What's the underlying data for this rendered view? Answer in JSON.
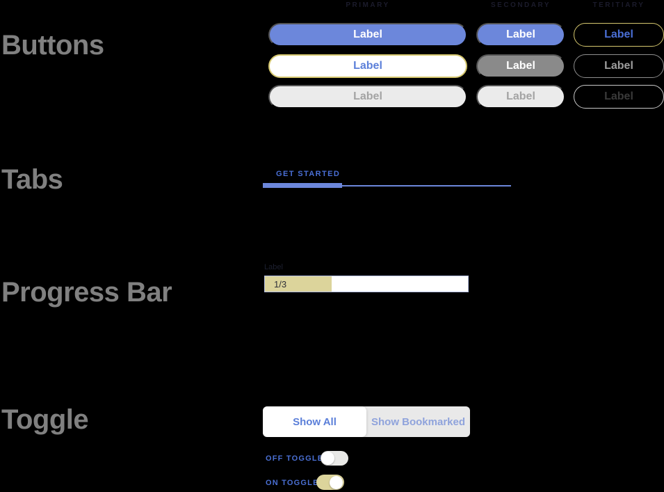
{
  "columns": {
    "primary": "PRIMARY",
    "secondary": "SECONDARY",
    "tertiary": "TERITIARY"
  },
  "buttons": {
    "title": "Buttons",
    "primary": [
      {
        "label": "Label",
        "variant": "filled-blue"
      },
      {
        "label": "Label",
        "variant": "white-with-gold-border"
      },
      {
        "label": "Label",
        "variant": "filled-light-gray-disabled"
      }
    ],
    "secondary": [
      {
        "label": "Label",
        "variant": "filled-blue"
      },
      {
        "label": "Label",
        "variant": "filled-gray"
      },
      {
        "label": "Label",
        "variant": "filled-light-gray-disabled"
      }
    ],
    "tertiary": [
      {
        "label": "Label",
        "variant": "outline-gold-blue-text"
      },
      {
        "label": "Label",
        "variant": "outline-gray"
      },
      {
        "label": "Label",
        "variant": "outline-light-gray-dark-text"
      }
    ]
  },
  "tabs": {
    "title": "Tabs",
    "active_tab": "GET STARTED"
  },
  "progress_bar": {
    "title": "Progress Bar",
    "field_label": "Label",
    "value_text": "1/3",
    "percent": 33
  },
  "toggle": {
    "title": "Toggle",
    "segmented": {
      "selected": "Show All",
      "unselected": "Show Bookmarked"
    },
    "off_switch": {
      "label": "OFF TOGGLE",
      "state": "off"
    },
    "on_switch": {
      "label": "ON TOGGLE",
      "state": "on"
    }
  },
  "colors": {
    "background": "#000000",
    "accent_blue": "#6c87db",
    "blue_text": "#5b7fd9",
    "tab_blue": "#4a6fd6",
    "light_blue_text": "#8fa3dc",
    "gold_border": "#d5c76e",
    "khaki_fill": "#dcd49b",
    "gray_fill": "#8a8a8a",
    "light_gray_fill": "#ebebeb",
    "section_heading_gray": "#808080",
    "column_header_navy": "#1b1b2b"
  }
}
